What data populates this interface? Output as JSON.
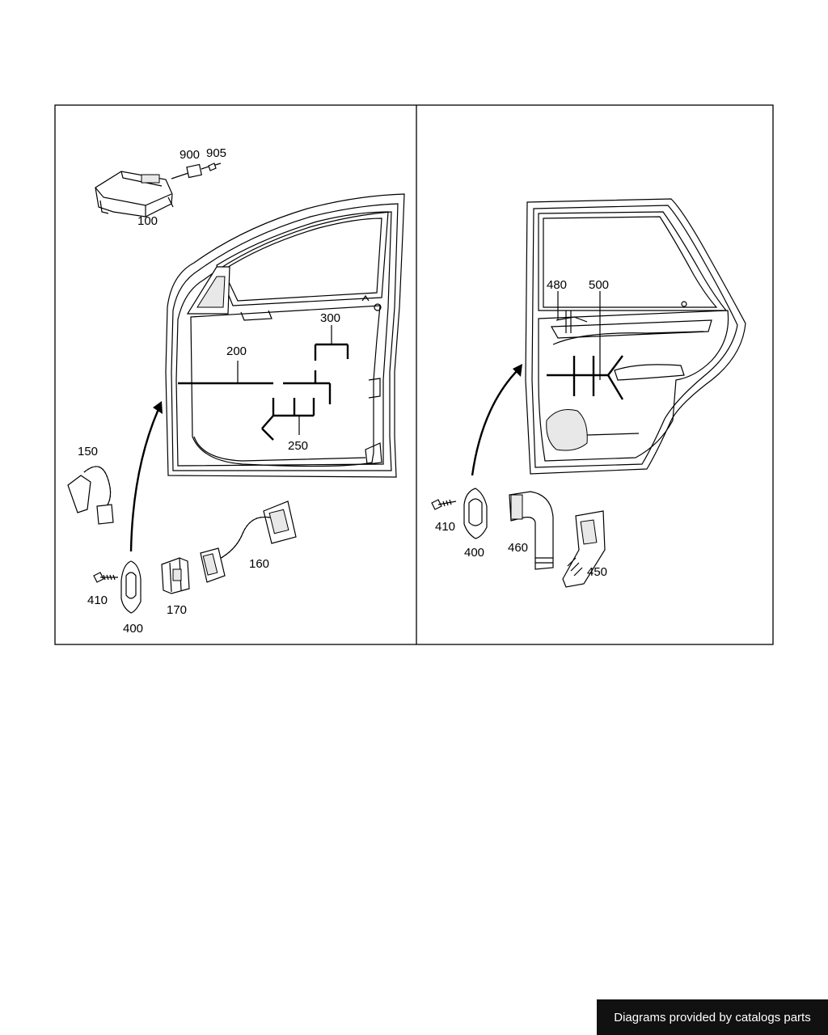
{
  "left_panel": {
    "labels": {
      "l100": "100",
      "l900": "900",
      "l905": "905",
      "l200": "200",
      "l300": "300",
      "l250": "250",
      "l150": "150",
      "l160": "160",
      "l170": "170",
      "l410": "410",
      "l400": "400"
    }
  },
  "right_panel": {
    "labels": {
      "l480": "480",
      "l500": "500",
      "l410": "410",
      "l400": "400",
      "l460": "460",
      "l450": "450"
    }
  },
  "footer": {
    "text": "Diagrams provided by catalogs parts"
  }
}
